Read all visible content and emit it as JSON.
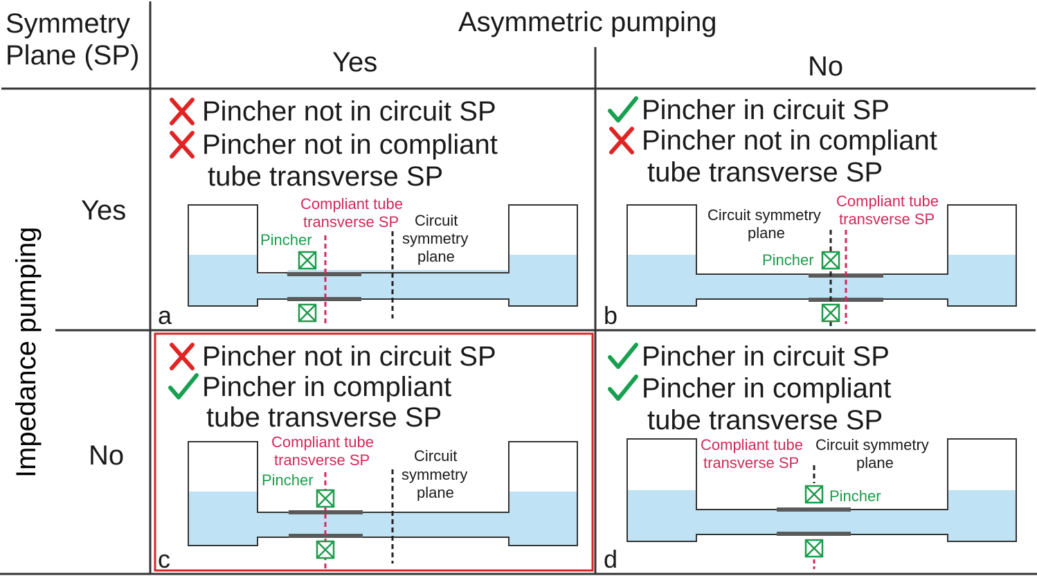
{
  "header": {
    "corner_line1": "Symmetry",
    "corner_line2": "Plane (SP)",
    "top_title": "Asymmetric pumping",
    "col_yes": "Yes",
    "col_no": "No",
    "side_title": "Impedance pumping",
    "row_yes": "Yes",
    "row_no": "No"
  },
  "panels": {
    "a": {
      "letter": "a",
      "criteria": [
        {
          "status": "fail",
          "line1": "Pincher not in circuit SP",
          "line2": ""
        },
        {
          "status": "fail",
          "line1": "Pincher not in compliant",
          "line2": "tube transverse SP"
        }
      ],
      "compliant_label1": "Compliant tube",
      "compliant_label2": "transverse SP",
      "circuit_label1": "Circuit",
      "circuit_label2": "symmetry",
      "circuit_label3": "plane",
      "pincher_label": "Pincher"
    },
    "b": {
      "letter": "b",
      "criteria": [
        {
          "status": "pass",
          "line1": "Pincher in circuit SP",
          "line2": ""
        },
        {
          "status": "fail",
          "line1": "Pincher not in compliant",
          "line2": "tube transverse SP"
        }
      ],
      "circuit_label1": "Circuit symmetry",
      "circuit_label2": "plane",
      "compliant_label1": "Compliant tube",
      "compliant_label2": "transverse SP",
      "pincher_label": "Pincher"
    },
    "c": {
      "letter": "c",
      "criteria": [
        {
          "status": "fail",
          "line1": "Pincher not in circuit SP",
          "line2": ""
        },
        {
          "status": "pass",
          "line1": "Pincher in compliant",
          "line2": "tube transverse SP"
        }
      ],
      "compliant_label1": "Compliant tube",
      "compliant_label2": "transverse SP",
      "circuit_label1": "Circuit",
      "circuit_label2": "symmetry",
      "circuit_label3": "plane",
      "pincher_label": "Pincher"
    },
    "d": {
      "letter": "d",
      "criteria": [
        {
          "status": "pass",
          "line1": "Pincher in circuit SP",
          "line2": ""
        },
        {
          "status": "pass",
          "line1": "Pincher in compliant",
          "line2": "tube transverse SP"
        }
      ],
      "compliant_label1": "Compliant tube",
      "compliant_label2": "transverse SP",
      "circuit_label1": "Circuit symmetry",
      "circuit_label2": "plane",
      "pincher_label": "Pincher"
    }
  },
  "colors": {
    "water": "#bfe3f4",
    "compliant": "#d2285a",
    "pincher": "#1e9a4a",
    "check": "#18a050",
    "cross": "#e02424",
    "highlight_border": "#d62828",
    "tube": "#5a5a5a"
  }
}
